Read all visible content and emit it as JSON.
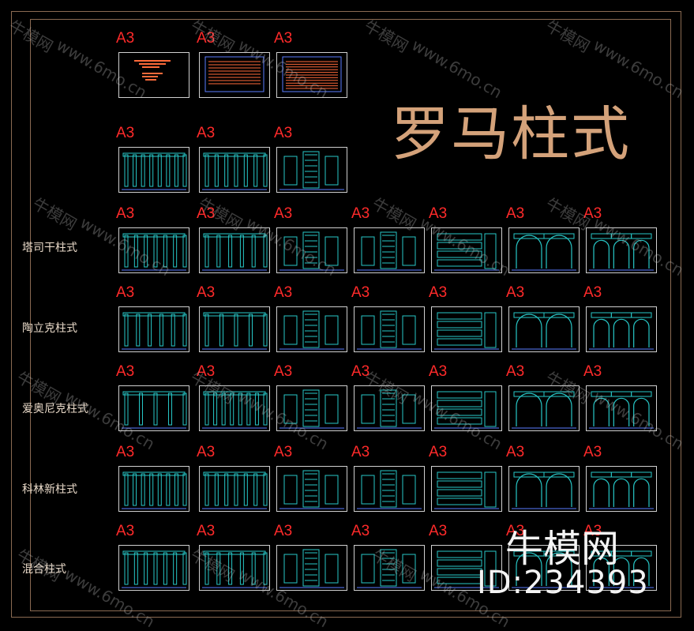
{
  "title": "罗马柱式",
  "sheet_size_label": "A3",
  "row_labels": [
    "塔司干柱式",
    "陶立克柱式",
    "爱奥尼克柱式",
    "科林新柱式",
    "混合柱式"
  ],
  "watermark": {
    "brand": "牛模网",
    "url": "www.6mo.cn"
  },
  "brand_mark": {
    "name": "牛模网",
    "id": "ID:234393"
  },
  "colors": {
    "background": "#000000",
    "frame": "#8a6a52",
    "title": "#d4a27a",
    "sheet_label": "#ff2a2a",
    "drawing": "#27c7c7"
  }
}
